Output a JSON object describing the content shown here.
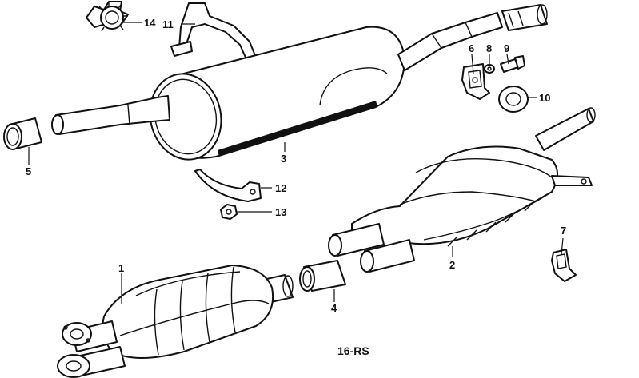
{
  "diagram": {
    "diagram_code": "16-RS",
    "callouts": {
      "c1": "1",
      "c2": "2",
      "c3": "3",
      "c4": "4",
      "c5": "5",
      "c6": "6",
      "c7": "7",
      "c8": "8",
      "c9": "9",
      "c10": "10",
      "c11": "11",
      "c12": "12",
      "c13": "13",
      "c14": "14"
    }
  },
  "colors": {
    "line": "#111111",
    "background": "#ffffff"
  }
}
